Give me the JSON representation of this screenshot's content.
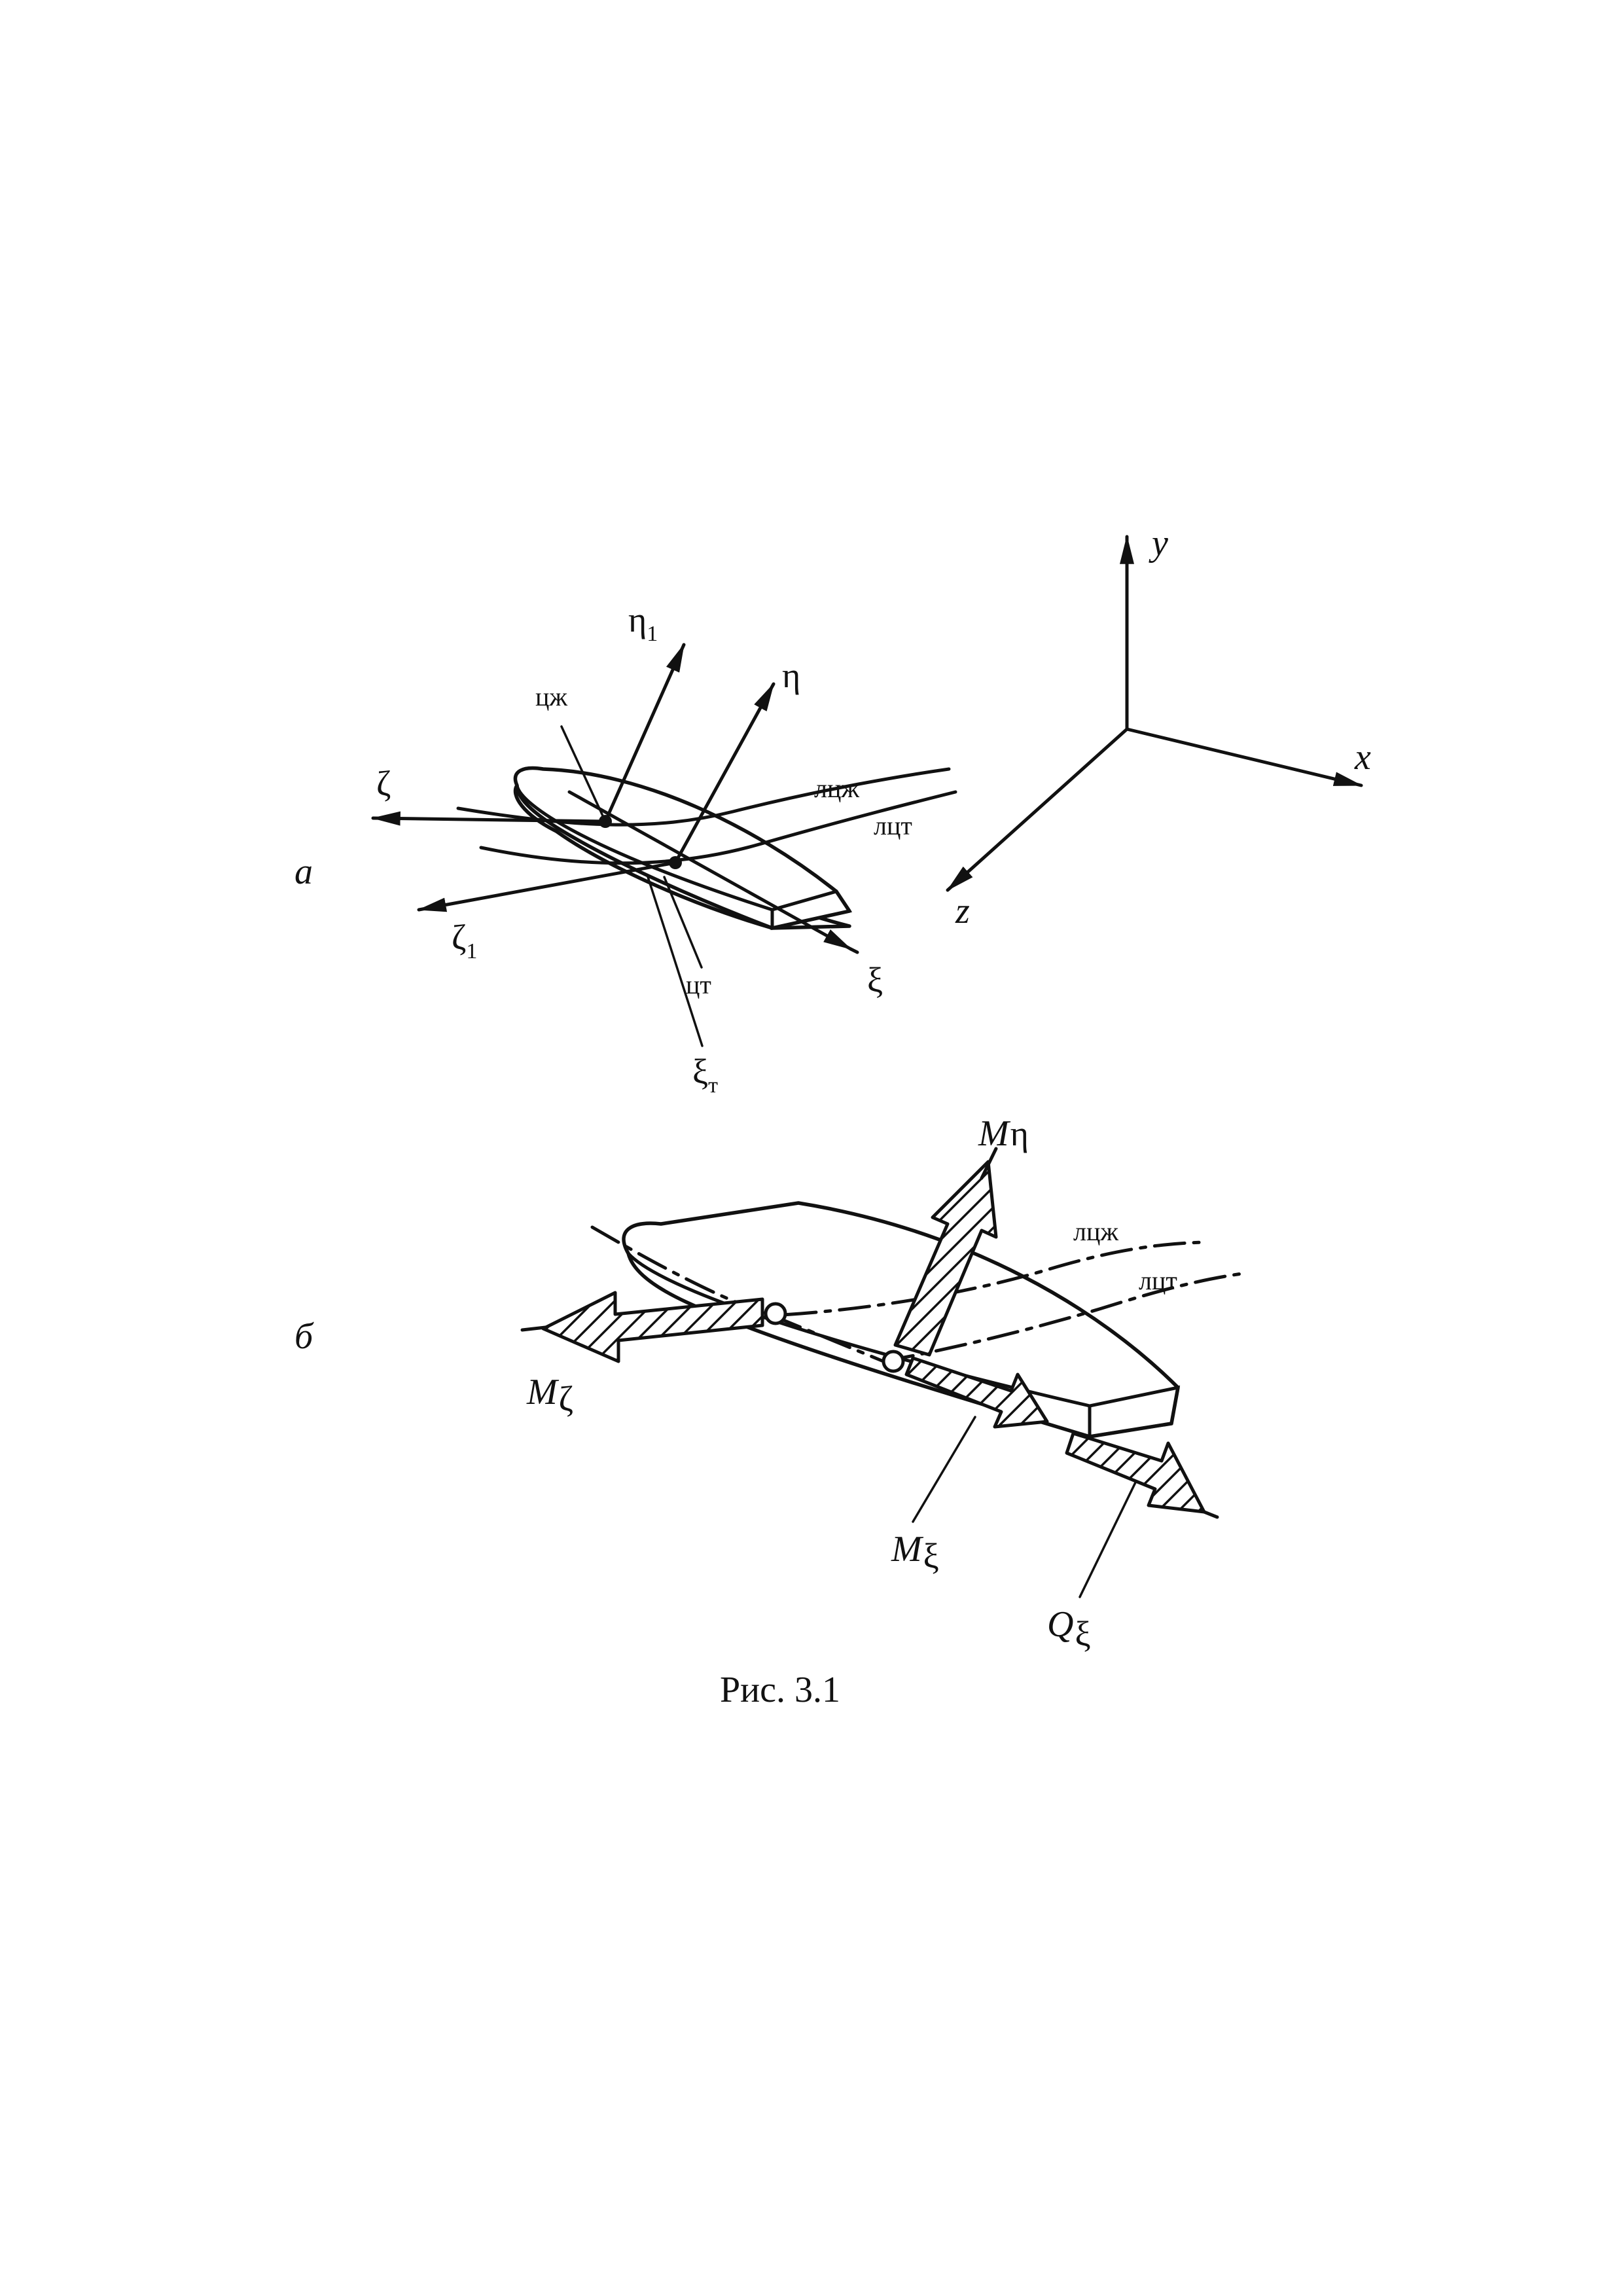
{
  "figure": {
    "caption": "Рис. 3.1",
    "panel_a": {
      "panel_label": "а",
      "global_axes": {
        "x": "x",
        "y": "y",
        "z": "z"
      },
      "axes": {
        "eta1": {
          "sym": "η",
          "sub": "1"
        },
        "eta": {
          "sym": "η"
        },
        "zeta": {
          "sym": "ζ"
        },
        "zeta1": {
          "sym": "ζ",
          "sub": "1"
        },
        "xi": {
          "sym": "ξ"
        },
        "xit": {
          "sym": "ξ",
          "sub": "т"
        }
      },
      "points": {
        "shear_center": "цж",
        "gravity_center": "цт"
      },
      "lines": {
        "shear_center_line": "лцж",
        "gravity_center_line": "лцт"
      }
    },
    "panel_b": {
      "panel_label": "б",
      "lines": {
        "shear_center_line": "лцж",
        "gravity_center_line": "лцт"
      },
      "forces": {
        "M_eta": {
          "sym": "M",
          "sub": "η"
        },
        "M_zeta": {
          "sym": "M",
          "sub": "ζ"
        },
        "M_xi": {
          "sym": "M",
          "sub": "ξ"
        },
        "Q_xi": {
          "sym": "Q",
          "sub": "ξ"
        }
      }
    }
  }
}
